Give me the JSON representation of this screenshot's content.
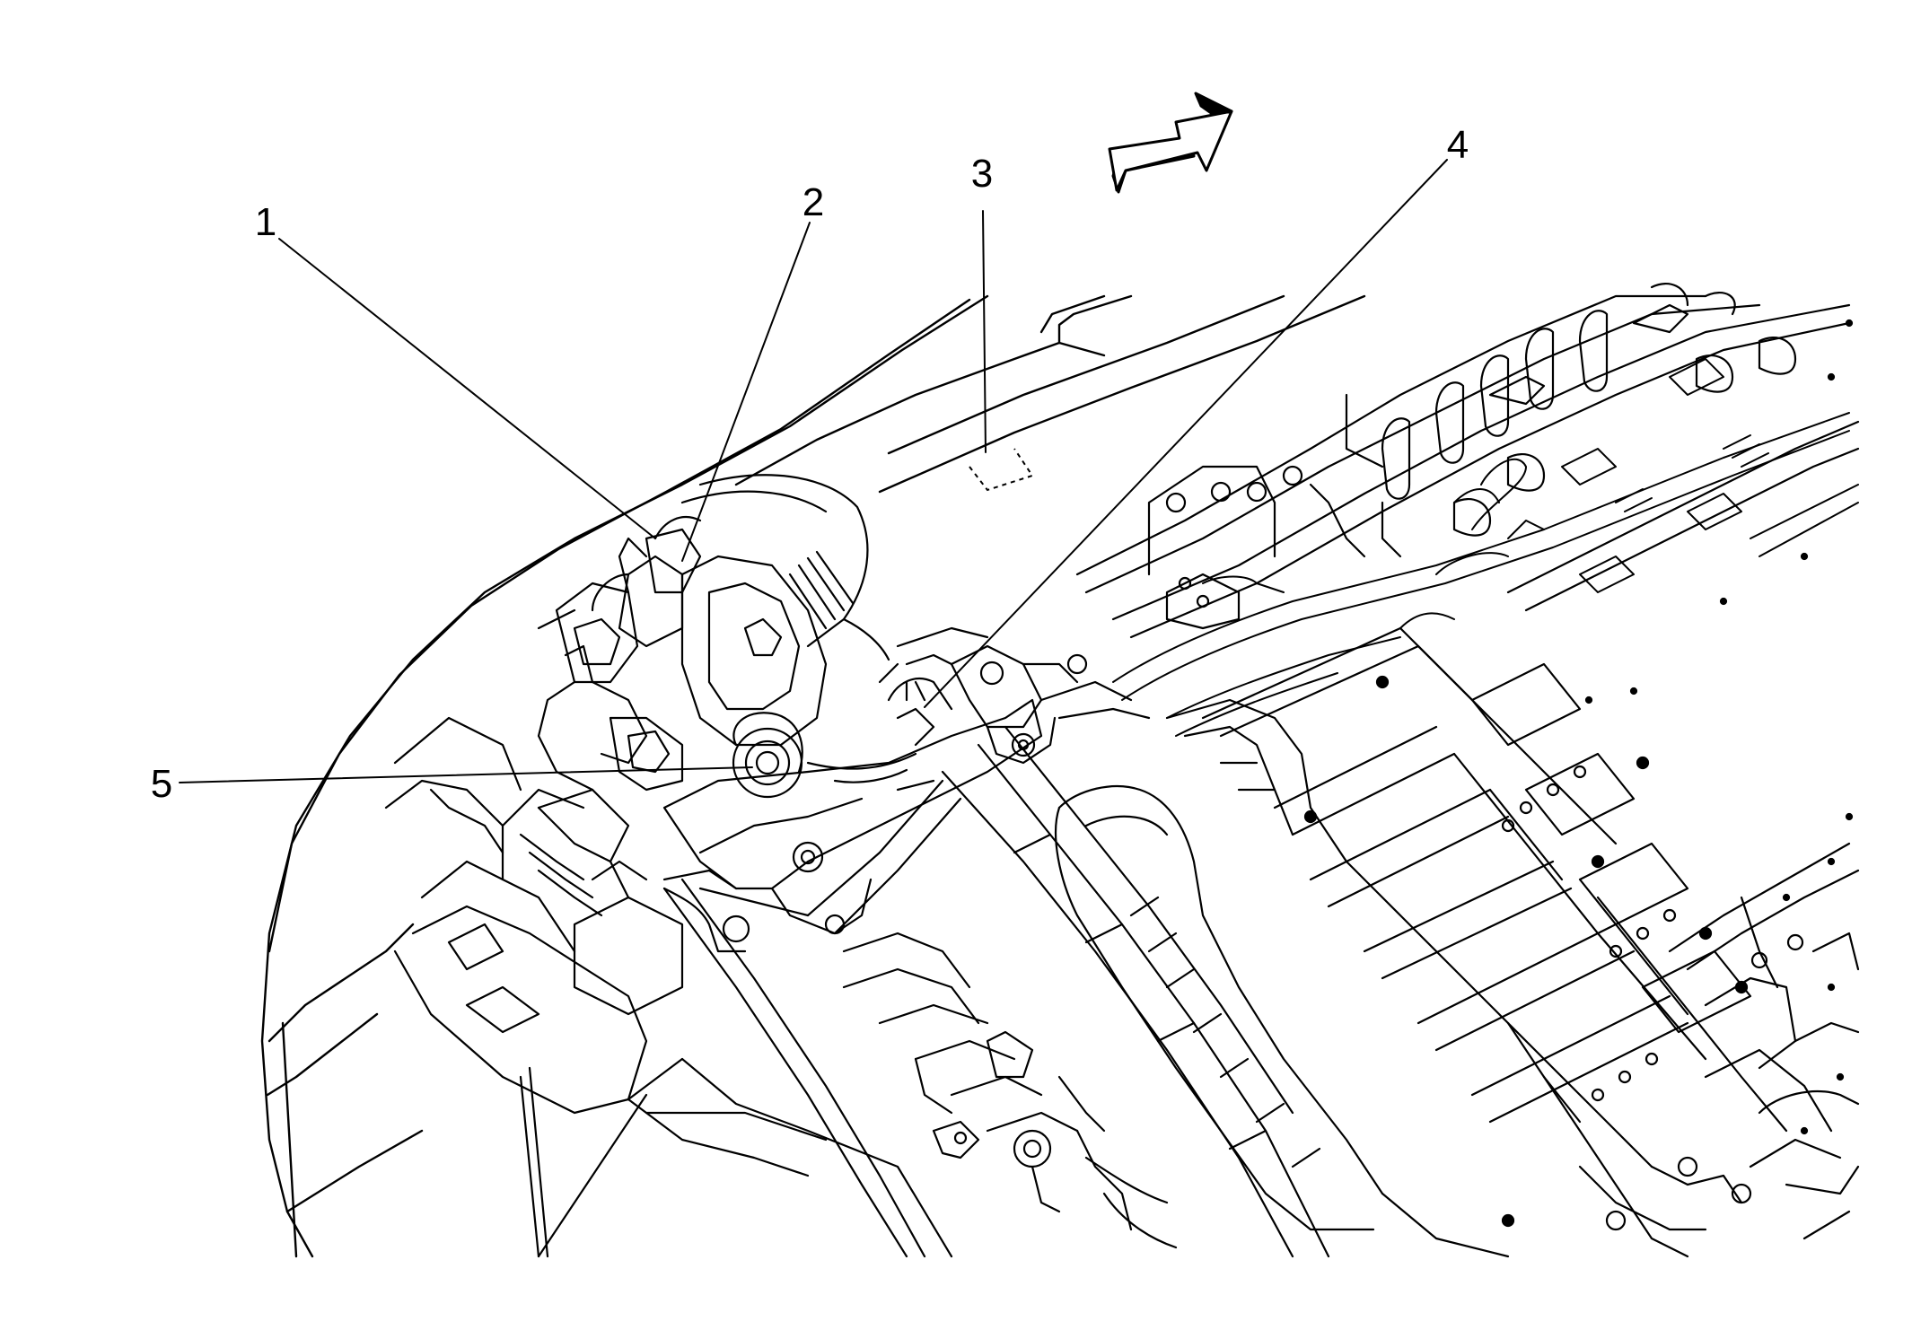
{
  "figure": {
    "colors": {
      "line": "#000000",
      "background": "#ffffff"
    },
    "direction_indicator": "forward-arrow",
    "callouts": [
      {
        "id": "1",
        "label": "1"
      },
      {
        "id": "2",
        "label": "2"
      },
      {
        "id": "3",
        "label": "3"
      },
      {
        "id": "4",
        "label": "4"
      },
      {
        "id": "5",
        "label": "5"
      }
    ]
  }
}
